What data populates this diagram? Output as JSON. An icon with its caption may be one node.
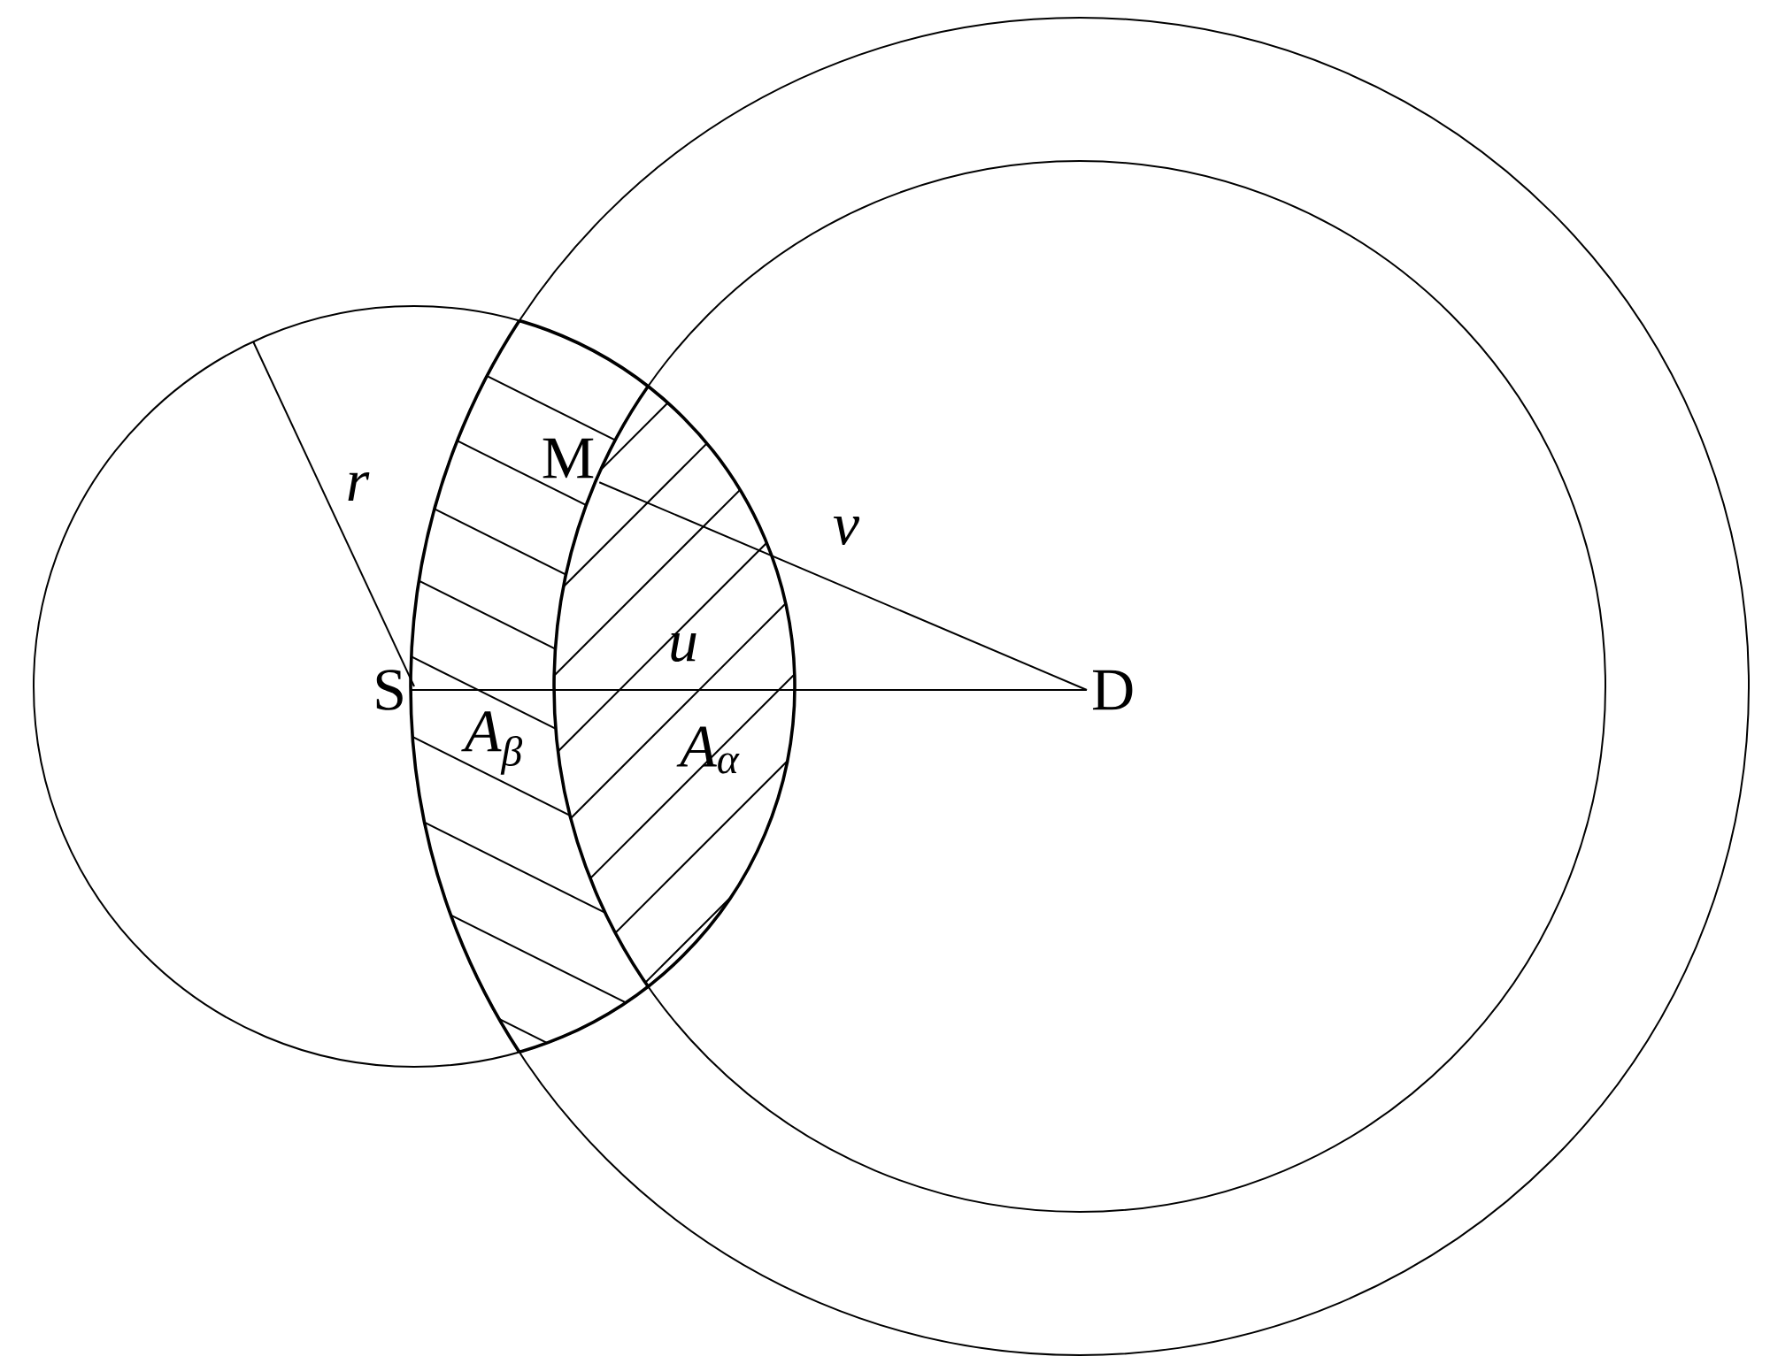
{
  "diagram": {
    "nodes": [
      {
        "text": [
          "S"
        ]
      },
      {
        "text": [
          "D"
        ]
      },
      {
        "text": [
          "M"
        ]
      }
    ],
    "edges": [
      {
        "from": 0,
        "to": 1,
        "arrow": "none",
        "label": "u"
      },
      {
        "from": 2,
        "to": 1,
        "arrow": "none",
        "label": "v"
      }
    ],
    "labels": [
      "r",
      "A$_{β}$",
      "A$_{α}$"
    ]
  }
}
